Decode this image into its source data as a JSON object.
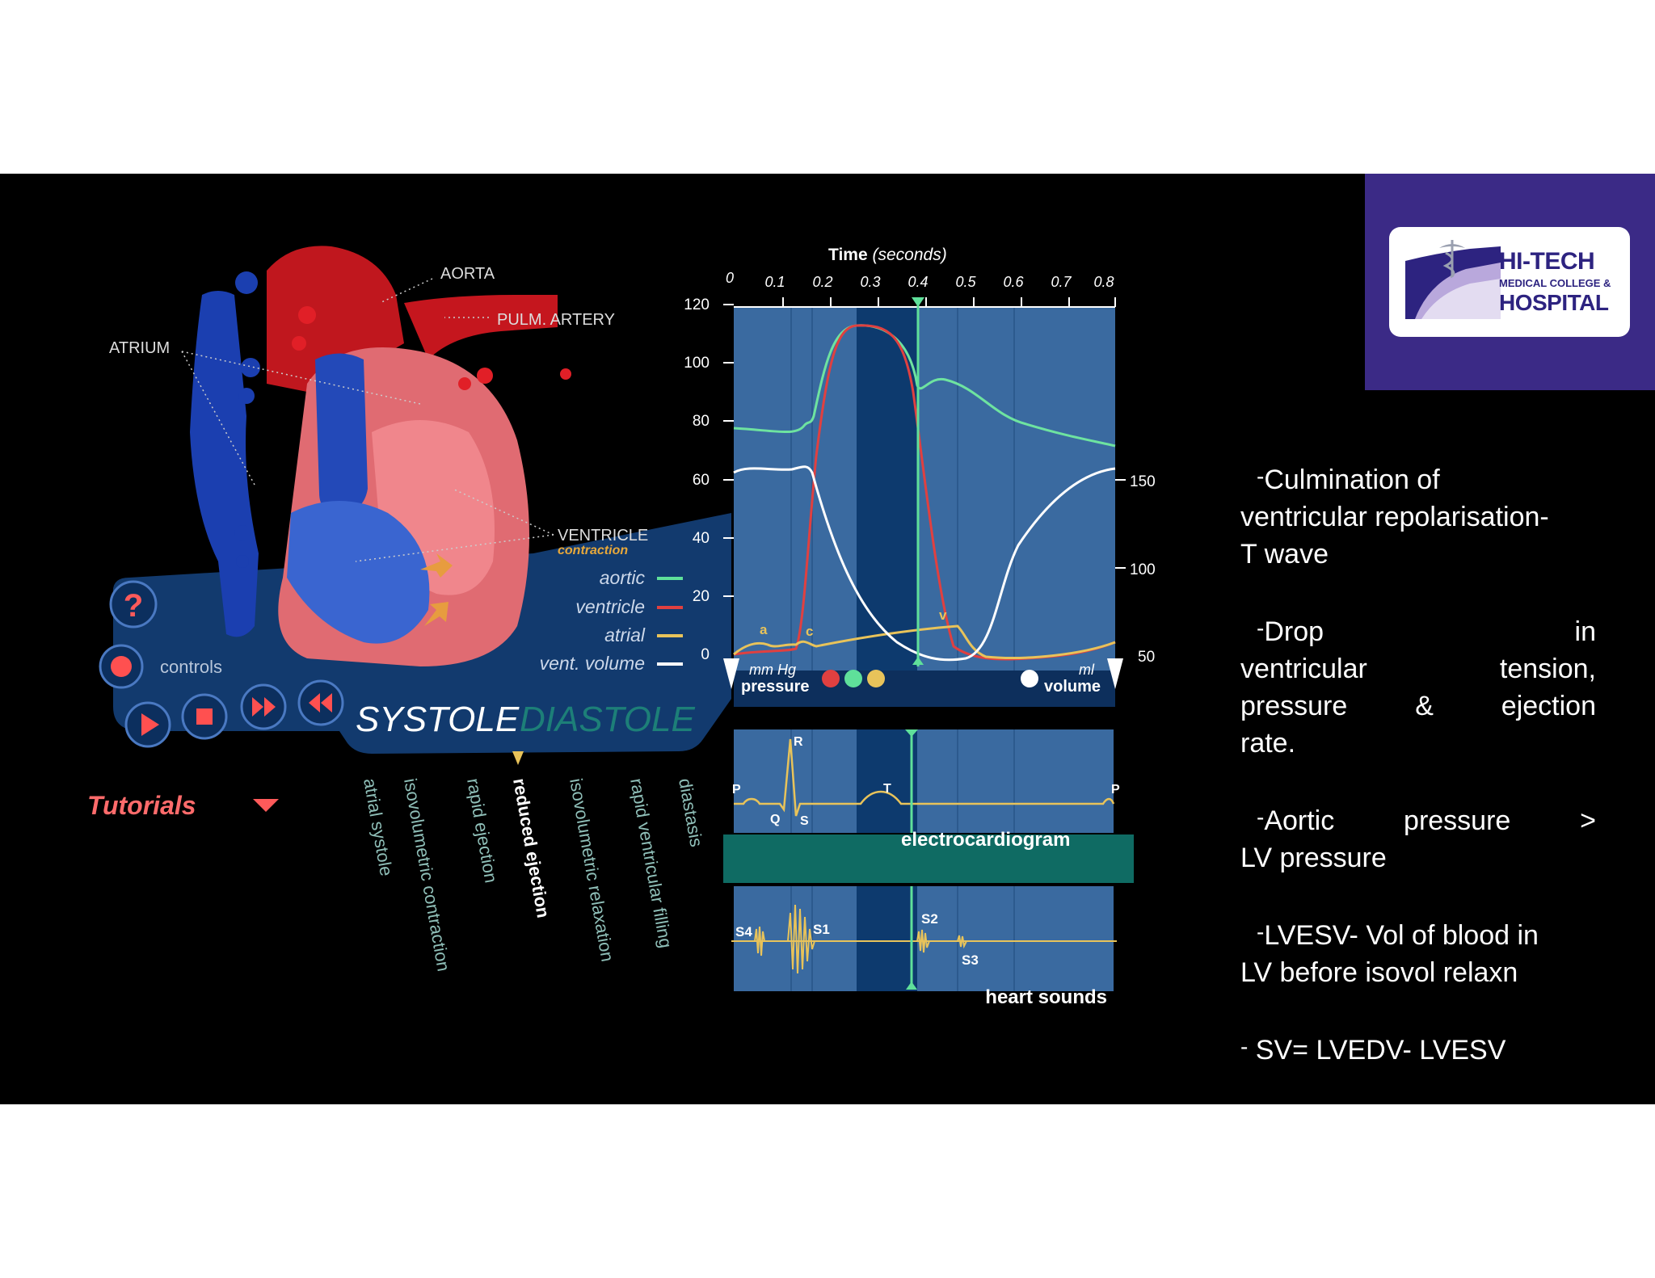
{
  "logo": {
    "line1": "HI-TECH",
    "line2": "MEDICAL COLLEGE &",
    "line3": "HOSPITAL"
  },
  "heart_labels": {
    "aorta": "AORTA",
    "pulm_artery": "PULM. ARTERY",
    "atrium": "ATRIUM",
    "ventricle": "VENTRICLE",
    "contraction": "contraction"
  },
  "controls": {
    "help": "?",
    "label": "controls",
    "systole": "SYSTOLE",
    "diastole": "DIASTOLE",
    "tutorials": "Tutorials"
  },
  "legend": {
    "aortic": "aortic",
    "ventricle": "ventricle",
    "atrial": "atrial",
    "volume": "vent. volume"
  },
  "colors": {
    "aortic": "#5fe09a",
    "ventricle": "#e04040",
    "atrial": "#e8c35a",
    "volume": "#ffffff",
    "panel": "#3a6aa0",
    "phase_panel": "#0d3a6e",
    "ecg_band": "#0f6b63",
    "logo_bg": "#3b2a86"
  },
  "phases": [
    "atrial systole",
    "isovolumetric contraction",
    "rapid ejection",
    "reduced ejection",
    "isovolumetric relaxation",
    "rapid ventricular filling",
    "diastasis"
  ],
  "graph": {
    "time_title": "Time",
    "time_unit": "(seconds)",
    "time_ticks": [
      "0",
      "0.1",
      "0.2",
      "0.3",
      "0.4",
      "0.5",
      "0.6",
      "0.7",
      "0.8"
    ],
    "pressure_ticks": [
      "120",
      "100",
      "80",
      "60",
      "40",
      "20",
      "0"
    ],
    "volume_ticks": [
      "150",
      "100",
      "50"
    ],
    "mmhg": "mm Hg",
    "pressure": "pressure",
    "ml": "ml",
    "volume": "volume",
    "wave_a": "a",
    "wave_c": "c",
    "wave_v": "v"
  },
  "ecg": {
    "p1": "P",
    "q": "Q",
    "r": "R",
    "s": "S",
    "t": "T",
    "p2": "P",
    "label": "electrocardiogram"
  },
  "sounds": {
    "s4": "S4",
    "s1": "S1",
    "s2": "S2",
    "s3": "S3",
    "label": "heart sounds"
  },
  "notes": {
    "n1a": "Culmination of",
    "n1b": "ventricular repolarisation-",
    "n1c": "T wave",
    "n2a1": "Drop",
    "n2a2": "in",
    "n2b": "ventricular tension,",
    "n2c": "pressure & ejection",
    "n2d": "rate.",
    "n3a": "Aortic pressure >",
    "n3b": "LV pressure",
    "n4a": "LVESV- Vol of blood in",
    "n4b": "LV before isovol relaxn",
    "n5": "SV= LVEDV- LVESV"
  }
}
